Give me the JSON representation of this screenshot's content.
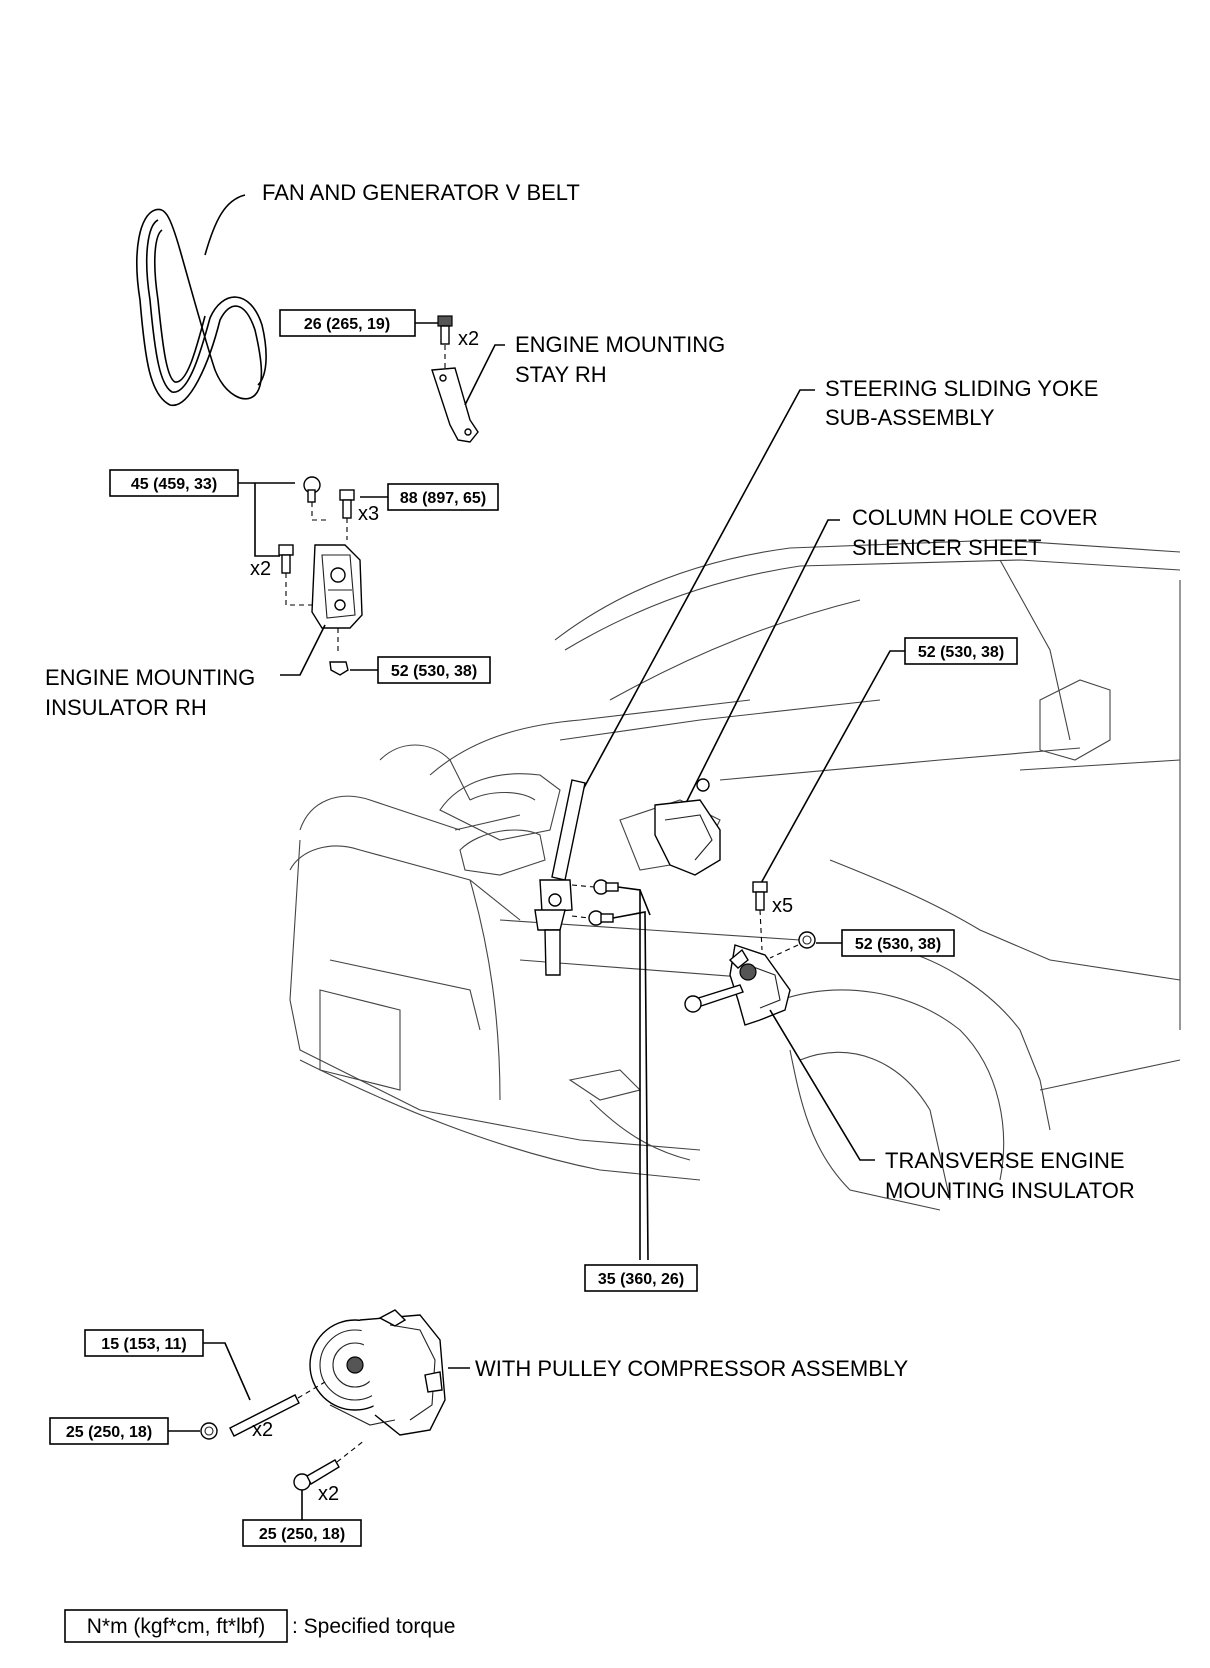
{
  "labels": {
    "fan_belt": "FAN AND GENERATOR V BELT",
    "stay_1": "ENGINE MOUNTING",
    "stay_2": "STAY RH",
    "yoke_1": "STEERING SLIDING YOKE",
    "yoke_2": "SUB-ASSEMBLY",
    "column_1": "COLUMN HOLE COVER",
    "column_2": "SILENCER SHEET",
    "insulator_rh_1": "ENGINE MOUNTING",
    "insulator_rh_2": "INSULATOR RH",
    "transverse_1": "TRANSVERSE ENGINE",
    "transverse_2": "MOUNTING INSULATOR",
    "compressor": "WITH PULLEY COMPRESSOR ASSEMBLY"
  },
  "torques": {
    "t_26": "26 (265, 19)",
    "t_45": "45 (459, 33)",
    "t_88": "88 (897, 65)",
    "t_52_rh": "52 (530, 38)",
    "t_52_top": "52 (530, 38)",
    "t_52_right": "52 (530, 38)",
    "t_35": "35 (360, 26)",
    "t_15": "15 (153, 11)",
    "t_25_left": "25 (250, 18)",
    "t_25_bottom": "25 (250, 18)"
  },
  "multipliers": {
    "m_stay": "x2",
    "m_88": "x3",
    "m_45": "x2",
    "m_x5": "x5",
    "m_stud": "x2",
    "m_bolt": "x2"
  },
  "legend": {
    "unit": "N*m (kgf*cm, ft*lbf)",
    "desc": ": Specified torque"
  }
}
